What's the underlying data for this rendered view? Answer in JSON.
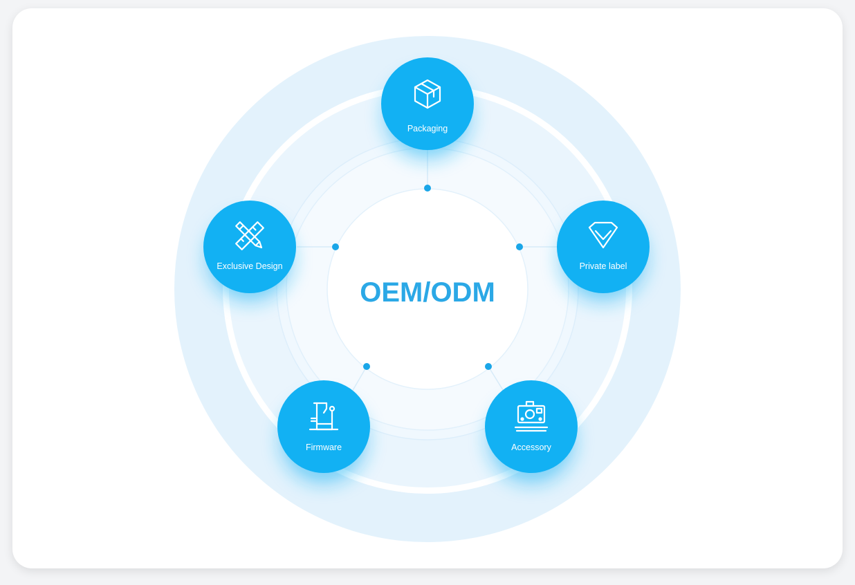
{
  "center": {
    "title": "OEM/ODM"
  },
  "nodes": [
    {
      "label": "Packaging",
      "icon": "package-box-icon"
    },
    {
      "label": "Private label",
      "icon": "diamond-badge-icon"
    },
    {
      "label": "Accessory",
      "icon": "camera-accessory-icon"
    },
    {
      "label": "Firmware",
      "icon": "robot-arm-icon"
    },
    {
      "label": "Exclusive Design",
      "icon": "pencil-ruler-icon"
    }
  ],
  "colors": {
    "node": "#12b1f3",
    "title": "#2ba8e6",
    "dot": "#1aa6e8",
    "ring_outer": "#e3f2fc",
    "ring_mid": "#eef7fe",
    "ring_inner": "#f6fbff"
  }
}
